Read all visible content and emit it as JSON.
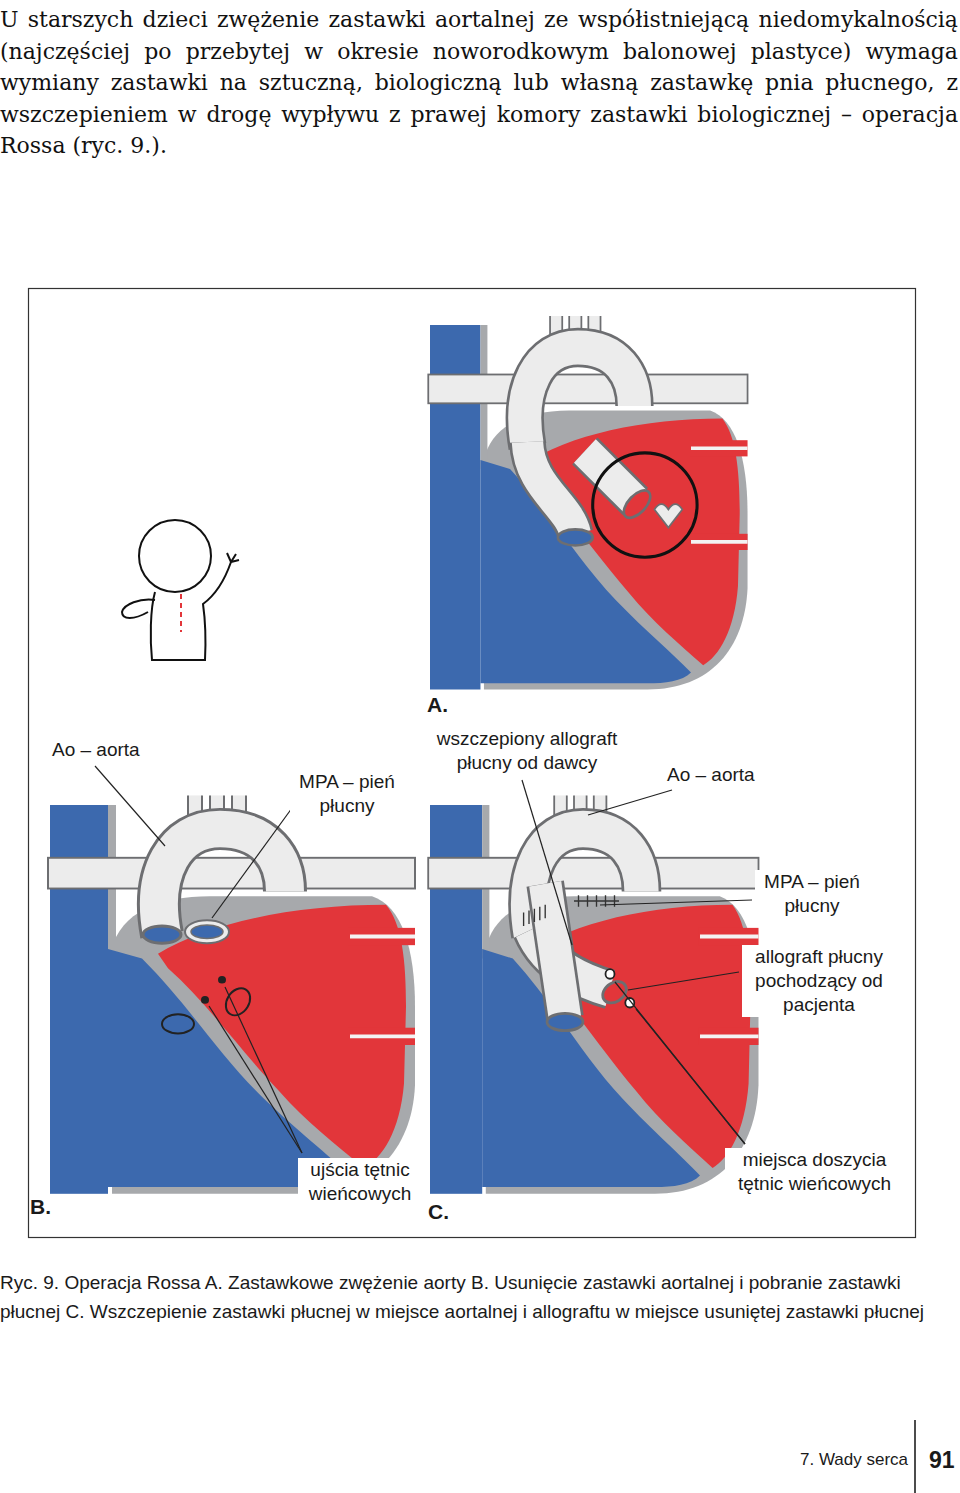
{
  "diagram": {
    "caption": "Ryc. 9. Operacja Rossa A. Zastawkowe zwężenie aorty B. Usunięcie zastawki aortalnej i pobranie zastawki płucnej C. Wszczepienie zastawki płucnej w miejsce aortalnej i allograftu w miejsce usuniętej zastawki płucnej",
    "labels": [
      "U starszych dzieci zwężenie zastawki aortalnej ze współistniejącą niedomykalnością (najczęściej po przebytej w okresie noworodkowym balonowej plastyce) wymaga wymiany zastawki na sztuczną, biologiczną lub własną zastawkę pnia płucnego, z wszczepieniem w drogę wypływu z prawej komory zastawki biologicznej – operacja Rossa (ryc. 9.).",
      "A.",
      "Ao – aorta",
      "MPA – pień płucny",
      "wszczepiony allograft płucny od dawcy",
      "Ao – aorta",
      "MPA – pień płucny",
      "allograft płucny pochodzący od pacjenta",
      "B.",
      "ujścia tętnic wieńcowych",
      "C.",
      "miejsca doszycia tętnic wieńcowych",
      "7. Wady serca",
      "91"
    ]
  }
}
